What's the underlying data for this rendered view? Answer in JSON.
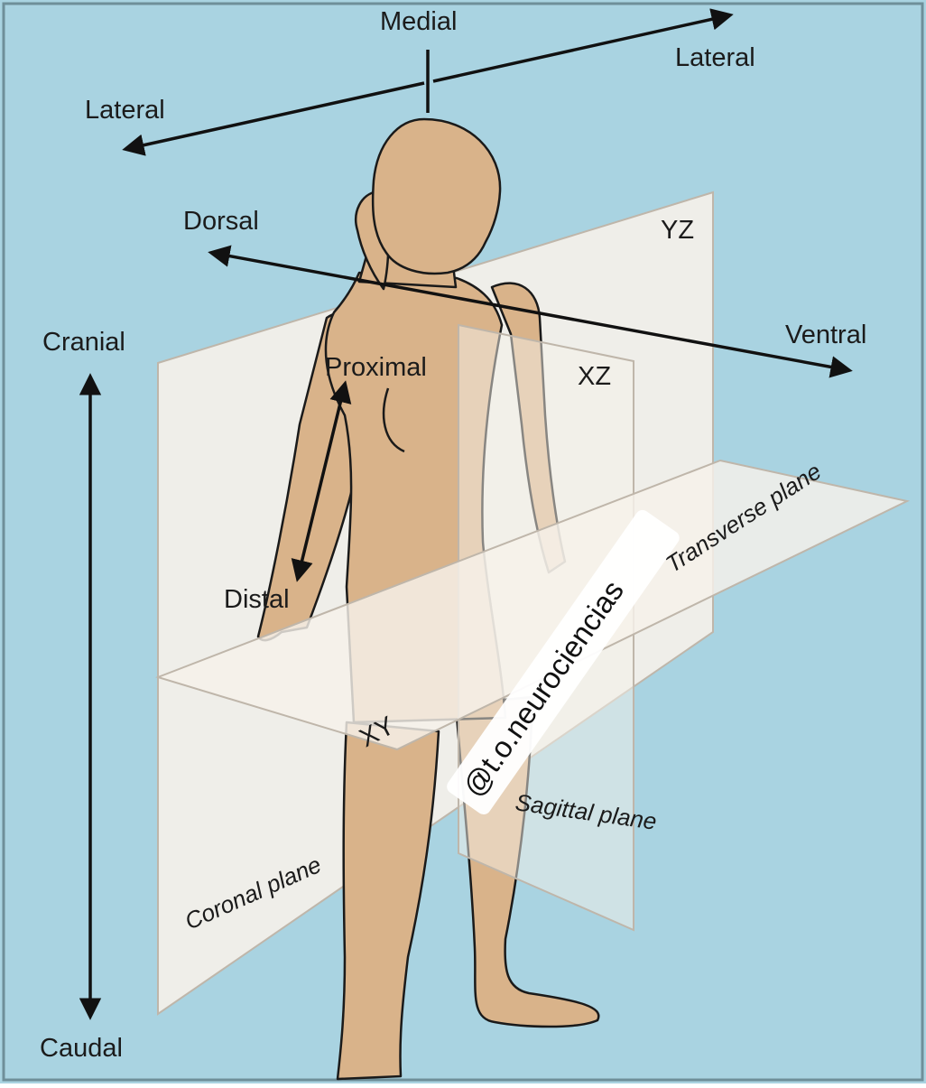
{
  "labels": {
    "medial": "Medial",
    "lateral_right": "Lateral",
    "lateral_left": "Lateral",
    "dorsal": "Dorsal",
    "ventral": "Ventral",
    "cranial": "Cranial",
    "caudal": "Caudal",
    "proximal": "Proximal",
    "distal": "Distal",
    "yz": "YZ",
    "xz": "XZ",
    "xy": "XY",
    "transverse_plane": "Transverse plane",
    "sagittal_plane": "Sagittal plane",
    "coronal_plane": "Coronal plane"
  },
  "watermark": {
    "handle": "@t.o.neurociencias"
  },
  "colors": {
    "background": "#a9d3e1",
    "skin": "#d9b38a",
    "plane": "#f6f1ea",
    "outline": "#1a1a1a"
  }
}
